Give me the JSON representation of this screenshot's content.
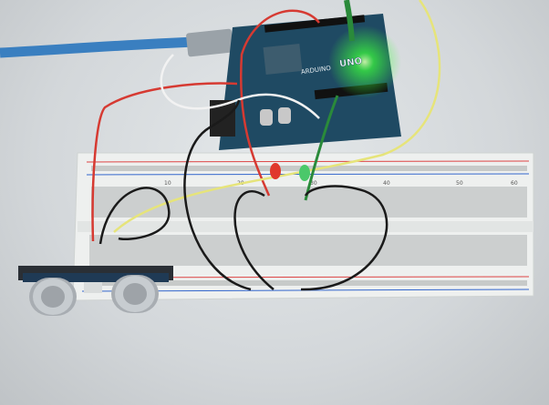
{
  "scene": {
    "board_brand": "ARDUINO",
    "board_model": "UNO",
    "breadboard_numbers": [
      "10",
      "20",
      "30",
      "40",
      "50",
      "60"
    ],
    "colors": {
      "background": "#d6dadd",
      "board": "#1f4a63",
      "breadboard": "#eef0ef",
      "usb_cable": "#3a7fc0",
      "led_green": "#37ff3a",
      "led_red": "#e0382c",
      "wire_red": "#d63a32",
      "wire_yellow": "#e6e47a",
      "wire_black": "#1a1a1a",
      "wire_green": "#2a8a3a",
      "wire_white": "#f2f2f2"
    }
  }
}
